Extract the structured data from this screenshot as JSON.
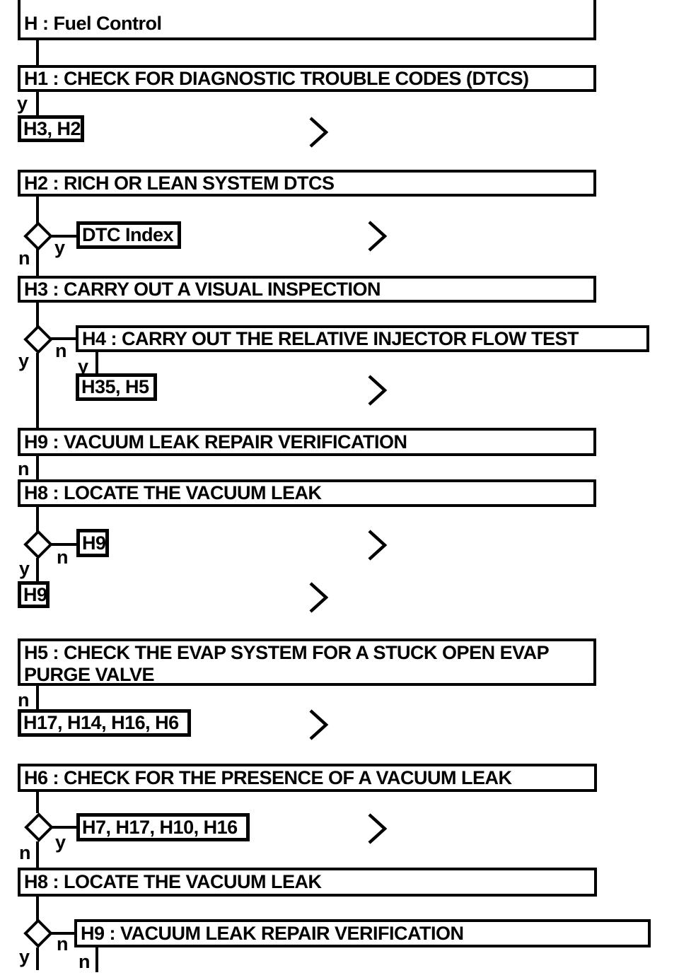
{
  "diagram": {
    "title": "H : Fuel Control",
    "type": "diagnostic-flowchart"
  },
  "labels": {
    "yes": "y",
    "no": "n"
  },
  "colors": {
    "stroke": "#000000",
    "fill": "#ffffff"
  },
  "icons": {
    "chevron_right": ">",
    "decision_diamond": "◇"
  },
  "nodes": {
    "h1": {
      "label": "H1 : CHECK FOR DIAGNOSTIC TROUBLE CODES (DTCS)"
    },
    "h1_yes_targets": {
      "label": "H3, H2"
    },
    "h2": {
      "label": "H2 : RICH OR LEAN SYSTEM DTCS"
    },
    "h2_yes_target": {
      "label": "DTC Index"
    },
    "h3": {
      "label": "H3 : CARRY OUT A VISUAL INSPECTION"
    },
    "h4": {
      "label": "H4 : CARRY OUT THE RELATIVE INJECTOR FLOW TEST"
    },
    "h4_yes_targets": {
      "label": "H35, H5"
    },
    "h9_first": {
      "label": "H9 : VACUUM LEAK REPAIR VERIFICATION"
    },
    "h8_first": {
      "label": "H8 : LOCATE THE VACUUM LEAK"
    },
    "h8_no_target": {
      "label": "H9"
    },
    "h8_yes_target": {
      "label": "H9"
    },
    "h5": {
      "label": "H5 : CHECK THE EVAP SYSTEM FOR A STUCK OPEN EVAP PURGE VALVE"
    },
    "h5_no_targets": {
      "label": "H17, H14, H16, H6"
    },
    "h6": {
      "label": "H6 : CHECK FOR THE PRESENCE OF A VACUUM LEAK"
    },
    "h6_yes_targets": {
      "label": "H7, H17, H10, H16"
    },
    "h8_second": {
      "label": "H8 : LOCATE THE VACUUM LEAK"
    },
    "h9_second": {
      "label": "H9 : VACUUM LEAK REPAIR VERIFICATION"
    }
  }
}
